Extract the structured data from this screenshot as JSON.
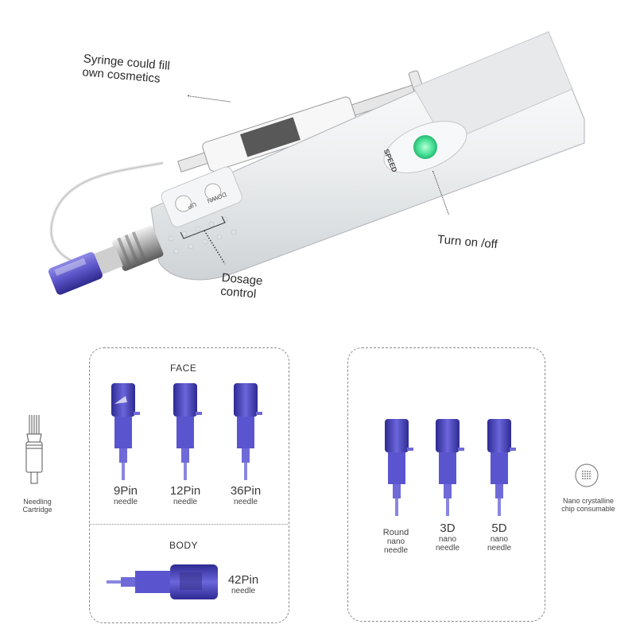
{
  "callouts": {
    "syringe_line1": "Syringe could fill",
    "syringe_line2": "own cosmetics",
    "power": "Turn on /off",
    "dosage_line1": "Dosage",
    "dosage_line2": "control"
  },
  "device": {
    "speed_label": "SPEED",
    "up_label": "UP",
    "down_label": "DOWN",
    "led_color": "#4ee39a",
    "body_color": "#f2f3f4",
    "cartridge_color": "#5b55c9"
  },
  "face_panel": {
    "title": "FACE",
    "needles": [
      {
        "name": "9Pin",
        "sub": "needle"
      },
      {
        "name": "12Pin",
        "sub": "needle"
      },
      {
        "name": "36Pin",
        "sub": "needle"
      }
    ]
  },
  "body_panel": {
    "title": "BODY",
    "needle": {
      "name": "42Pin",
      "sub": "needle"
    }
  },
  "nano_panel": {
    "needles": [
      {
        "name": "Round",
        "sub1": "nano",
        "sub2": "needle"
      },
      {
        "name": "3D",
        "sub1": "nano",
        "sub2": "needle"
      },
      {
        "name": "5D",
        "sub1": "nano",
        "sub2": "needle"
      }
    ]
  },
  "left_label": {
    "line1": "Needling",
    "line2": "Cartridge"
  },
  "right_label": {
    "line1": "Nano crystalline",
    "line2": "chip consumable"
  }
}
